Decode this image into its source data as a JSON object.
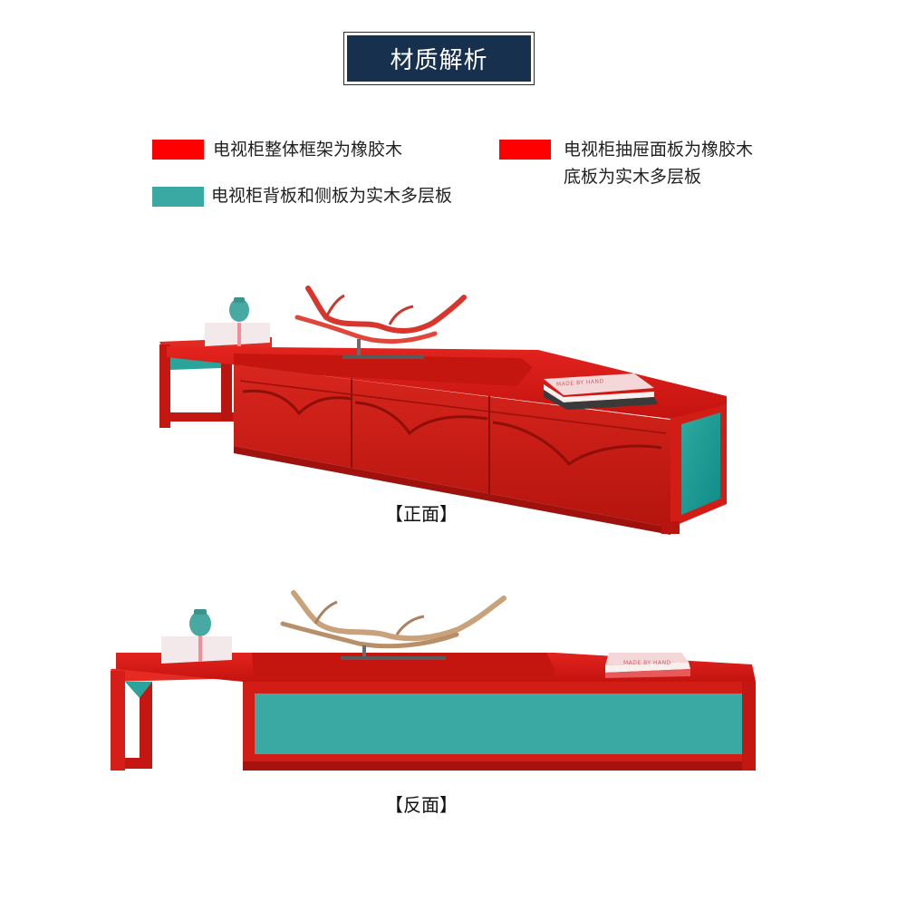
{
  "title": "材质解析",
  "colors": {
    "frame_red": "#e8141a",
    "board_teal": "#3aa9a3",
    "title_bg": "#16304d"
  },
  "legend": [
    {
      "label": "电视柜整体框架为橡胶木",
      "color": "#ff0000"
    },
    {
      "label": "电视柜背板和侧板为实木多层板",
      "color": "#3aa9a3"
    },
    {
      "label_line1": "电视柜抽屉面板为橡胶木",
      "label_line2": "底板为实木多层板",
      "color": "#ff0000"
    }
  ],
  "views": [
    {
      "caption": "【正面】"
    },
    {
      "caption": "【反面】"
    }
  ],
  "book_text": "MADE BY HAND"
}
